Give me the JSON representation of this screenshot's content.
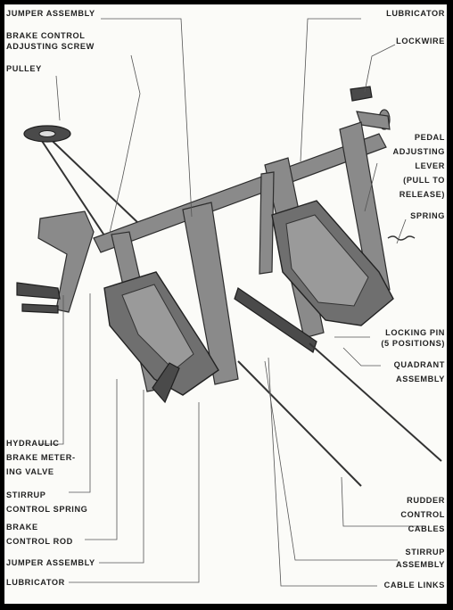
{
  "labels": {
    "jumper_assembly_top": "JUMPER ASSEMBLY",
    "brake_control_screw_1": "BRAKE CONTROL",
    "brake_control_screw_2": "ADJUSTING SCREW",
    "pulley": "PULLEY",
    "lubricator_top": "LUBRICATOR",
    "lockwire": "LOCKWIRE",
    "pedal_lever_1": "PEDAL",
    "pedal_lever_2": "ADJUSTING",
    "pedal_lever_3": "LEVER",
    "pedal_lever_4": "(PULL TO",
    "pedal_lever_5": "RELEASE)",
    "spring": "SPRING",
    "locking_pin_1": "LOCKING PIN",
    "locking_pin_2": "(5 POSITIONS)",
    "quadrant_1": "QUADRANT",
    "quadrant_2": "ASSEMBLY",
    "hydraulic_1": "HYDRAULIC",
    "hydraulic_2": "BRAKE METER-",
    "hydraulic_3": "ING VALVE",
    "stirrup_spring_1": "STIRRUP",
    "stirrup_spring_2": "CONTROL SPRING",
    "brake_rod_1": "BRAKE",
    "brake_rod_2": "CONTROL ROD",
    "jumper_assembly_bottom": "JUMPER ASSEMBLY",
    "lubricator_bottom": "LUBRICATOR",
    "rudder_cables_1": "RUDDER",
    "rudder_cables_2": "CONTROL",
    "rudder_cables_3": "CABLES",
    "stirrup_assembly_1": "STIRRUP",
    "stirrup_assembly_2": "ASSEMBLY",
    "cable_links": "CABLE LINKS"
  }
}
